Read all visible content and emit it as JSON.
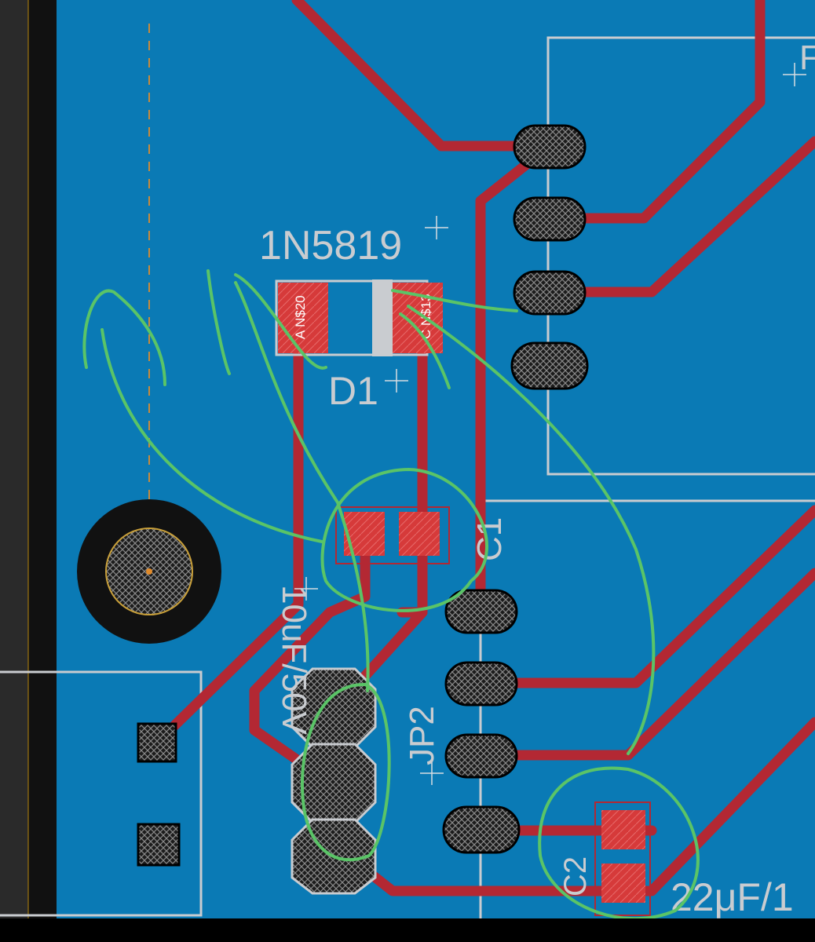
{
  "colors": {
    "board": "#0a7ab5",
    "trace": "#b32833",
    "pad": "#d63a3a",
    "silkscreen": "#c9ccd0",
    "annotation": "#5ac467",
    "hole": "#111111"
  },
  "components": {
    "diode": {
      "value": "1N5819",
      "name": "D1",
      "pad_left": "A N$20",
      "pad_right": "C N$13"
    },
    "c1": {
      "name": "C1",
      "value": "10uF/50V"
    },
    "jp2": {
      "name": "JP2"
    },
    "c2": {
      "name": "C2",
      "value": "22μF/1"
    },
    "top_right": {
      "name": "F"
    }
  }
}
